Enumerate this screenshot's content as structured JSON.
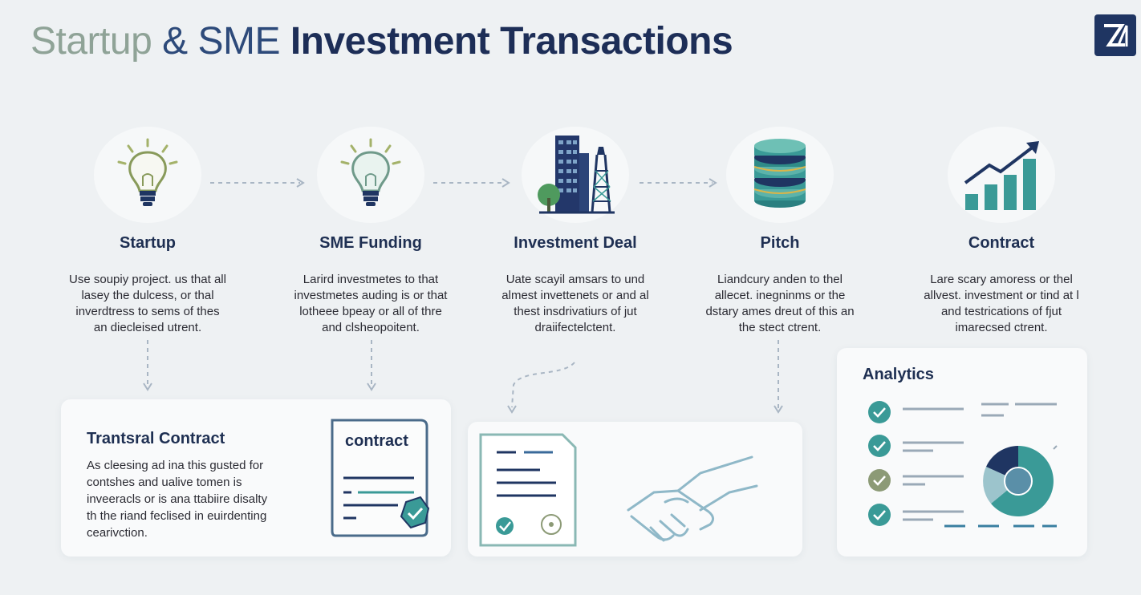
{
  "header": {
    "title_part1": "Startup",
    "title_part2": "& SME",
    "title_part3": "Investment Transactions"
  },
  "steps": [
    {
      "label": "Startup",
      "icon": "lightbulb-icon",
      "desc": "Use soupiy project. us that all lasey the dulcess, or thal inverdtress to sems of thes an diecleised utrent."
    },
    {
      "label": "SME Funding",
      "icon": "lightbulb-icon",
      "desc": "Larird investmetes to that investmetes auding is or that lotheee bpeay or all of thre and clsheopoitent."
    },
    {
      "label": "Investment Deal",
      "icon": "city-buildings-icon",
      "desc": "Uate scayil amsars to und almest invettenets or and al thest insdrivatiurs of jut draiifectelctent."
    },
    {
      "label": "Pitch",
      "icon": "coin-stack-icon",
      "desc": "Liandcury anden to thel allecet. inegninms or the dstary ames dreut of this an the stect ctrent."
    },
    {
      "label": "Contract",
      "icon": "growth-chart-icon",
      "desc": "Lare scary amoress or thel allvest. investment or tind at l and testrications of fjut imarecsed ctrent."
    }
  ],
  "cards": {
    "contract_card": {
      "title": "Trantsral Contract",
      "text": "As cleesing ad ina this gusted for contshes and ualive tomen is inveeracls or is ana ttabiire disalty th the riand feclised in euirdenting cearivction.",
      "doc_label": "contract"
    },
    "analytics_card": {
      "title": "Analytics"
    }
  },
  "colors": {
    "navy": "#1e2f52",
    "teal": "#3a9a97",
    "sage": "#8fa397",
    "olive": "#8c9a76"
  }
}
